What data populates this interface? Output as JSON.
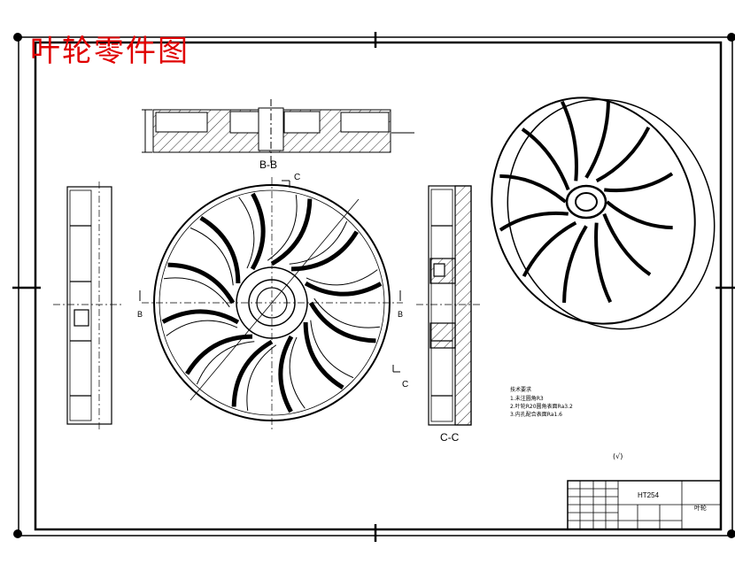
{
  "title": "叶轮零件图",
  "section_labels": {
    "bb": "B-B",
    "cc": "C-C",
    "c_top": "C",
    "c_bottom": "C",
    "b_left": "B",
    "b_right": "B"
  },
  "tech_requirements": {
    "heading": "技术要求",
    "lines": [
      "1.未注圆角R3",
      "2.叶轮R20圆角表面Ra3.2",
      "3.内孔配合表面Ra1.6"
    ]
  },
  "roughness_note": "(√)",
  "title_block": {
    "material": "HT254",
    "part_name": "叶轮"
  },
  "colors": {
    "title": "#e00000",
    "line": "#000000"
  }
}
